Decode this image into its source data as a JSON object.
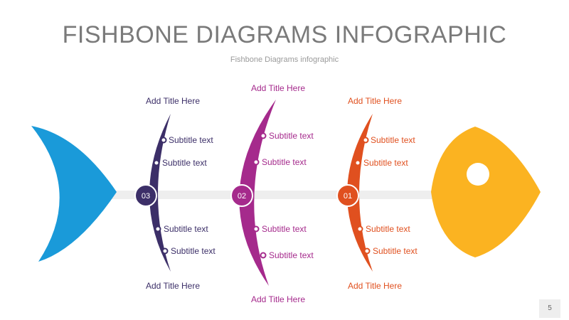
{
  "title": "FISHBONE DIAGRAMS INFOGRAPHIC",
  "subtitle": "Fishbone Diagrams infographic",
  "page_number": "5",
  "colors": {
    "tail": "#1a9ad9",
    "head": "#fbb321",
    "spine": "#eeeeee",
    "bone_03": "#3c2f68",
    "bone_02": "#a52a8c",
    "bone_01": "#e0501f"
  },
  "bones": [
    {
      "number": "03",
      "top_title": "Add Title Here",
      "bottom_title": "Add Title Here",
      "subtitles": [
        "Subtitle text",
        "Subtitle text",
        "Subtitle text",
        "Subtitle text"
      ]
    },
    {
      "number": "02",
      "top_title": "Add Title Here",
      "bottom_title": "Add Title Here",
      "subtitles": [
        "Subtitle text",
        "Subtitle text",
        "Subtitle text",
        "Subtitle text"
      ]
    },
    {
      "number": "01",
      "top_title": "Add Title Here",
      "bottom_title": "Add Title Here",
      "subtitles": [
        "Subtitle text",
        "Subtitle text",
        "Subtitle text",
        "Subtitle text"
      ]
    }
  ]
}
